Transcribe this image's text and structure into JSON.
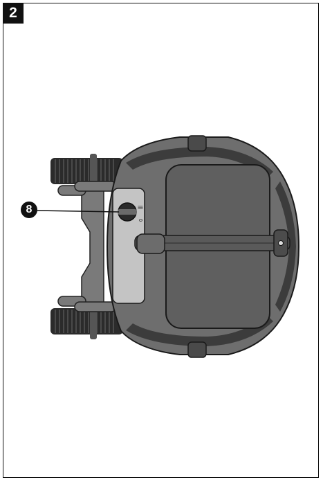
{
  "figure": {
    "number": "2"
  },
  "callout": {
    "label": "8"
  },
  "switch_marks": {
    "top": "|||",
    "bottom": "0"
  },
  "colors": {
    "ink": "#111111",
    "body": "#6e6e6e",
    "body_dark": "#3c3c3c",
    "panel": "#c4c4c4",
    "background": "#ffffff"
  }
}
